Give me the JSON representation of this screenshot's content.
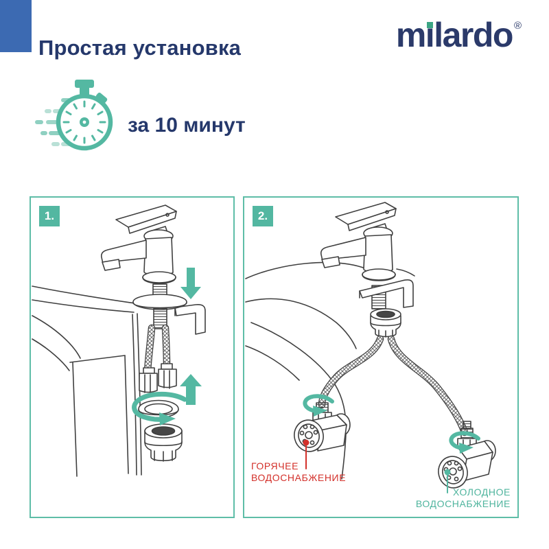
{
  "colors": {
    "accent_teal": "#54b8a2",
    "accent_teal_light": "#a9dccf",
    "navy": "#25386b",
    "brand_blue": "#3c6ab2",
    "hot_red": "#d3302a",
    "line_art_gray": "#3f3f3f"
  },
  "header": {
    "title": "Простая установка",
    "brand": "milardo",
    "registered_mark": "®"
  },
  "timing": {
    "text": "за 10 минут"
  },
  "steps": [
    {
      "number": "1."
    },
    {
      "number": "2."
    }
  ],
  "annotations": {
    "hot": {
      "line1": "ГОРЯЧЕЕ",
      "line2": "ВОДОСНАБЖЕНИЕ",
      "color": "#d3302a"
    },
    "cold": {
      "line1": "ХОЛОДНОЕ",
      "line2": "ВОДОСНАБЖЕНИЕ",
      "color": "#54b8a2"
    }
  },
  "icons": {
    "stopwatch": "⏱",
    "down_arrow": "↓",
    "up_arrow": "↑",
    "rotate_arrow": "↻"
  }
}
